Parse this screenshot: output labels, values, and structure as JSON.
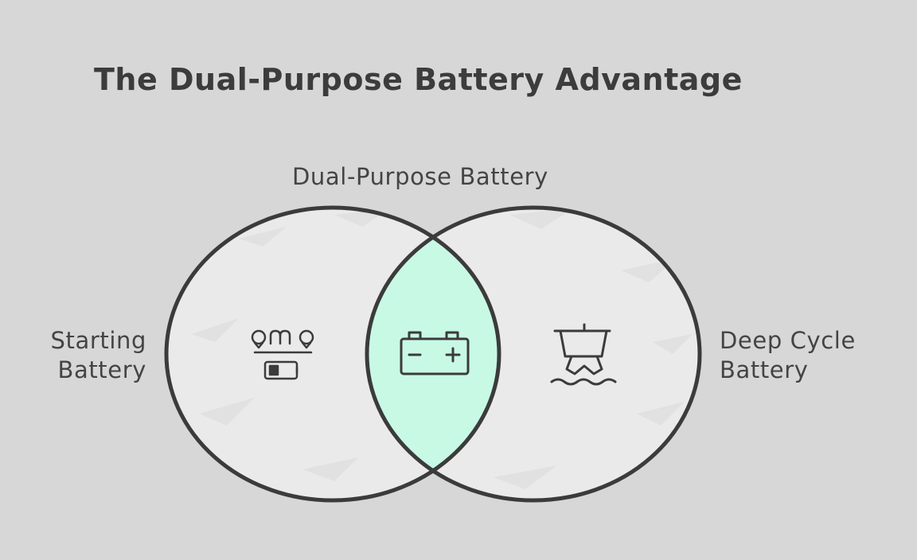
{
  "title": "The Dual-Purpose Battery Advantage",
  "labels": {
    "intersection": "Dual-Purpose Battery",
    "left_line1": "Starting",
    "left_line2": "Battery",
    "right_line1": "Deep Cycle",
    "right_line2": "Battery"
  },
  "icons": {
    "left": "engine-start-battery-icon",
    "center": "car-battery-icon",
    "right": "boat-icon"
  },
  "colors": {
    "background": "#d7d7d7",
    "circle_fill": "#eaeaea",
    "intersection_fill": "#c8f9e5",
    "stroke": "#3b3b3b"
  }
}
